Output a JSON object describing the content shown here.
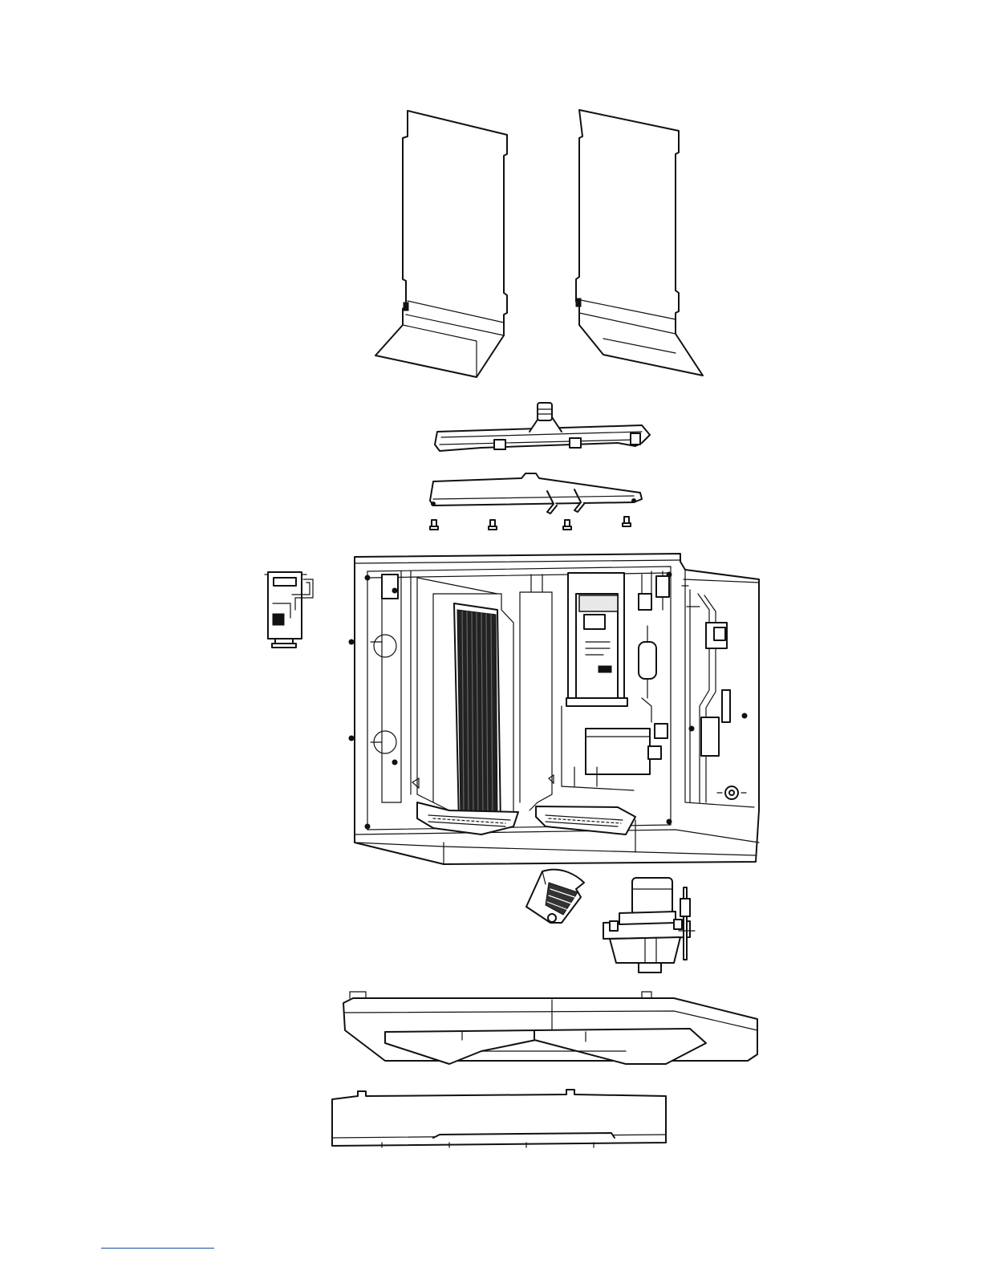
{
  "page": {
    "background": "#ffffff",
    "line_color": "#111111",
    "footer_rule_color": "#1a4aa0"
  },
  "diagram": {
    "type": "exploded-assembly-line-drawing",
    "parts": [
      "left-side-panel",
      "right-side-panel",
      "spray-bar",
      "water-trough",
      "thumb-screws",
      "float-switch-assembly",
      "main-cabinet",
      "water-curtain",
      "pump-assembly",
      "base-pan",
      "front-kick-panel"
    ]
  }
}
